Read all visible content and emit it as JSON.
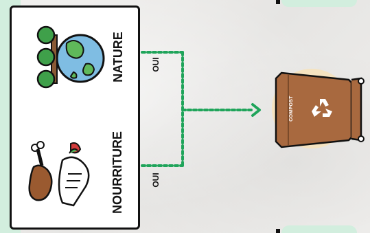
{
  "card": {
    "items": [
      {
        "label": "NATURE",
        "icon": "earth-trees-icon"
      },
      {
        "label": "NOURRITURE",
        "icon": "food-waste-icon"
      }
    ]
  },
  "connectors": {
    "top_label": "OUI",
    "bottom_label": "OUI",
    "color": "#1fa45a"
  },
  "bin": {
    "label": "COMPOST",
    "color": "#a8693f",
    "icon": "recycle-icon"
  },
  "colors": {
    "mint": "#d2eede",
    "accent": "#1fa45a",
    "sun": "#f5e3c0"
  }
}
